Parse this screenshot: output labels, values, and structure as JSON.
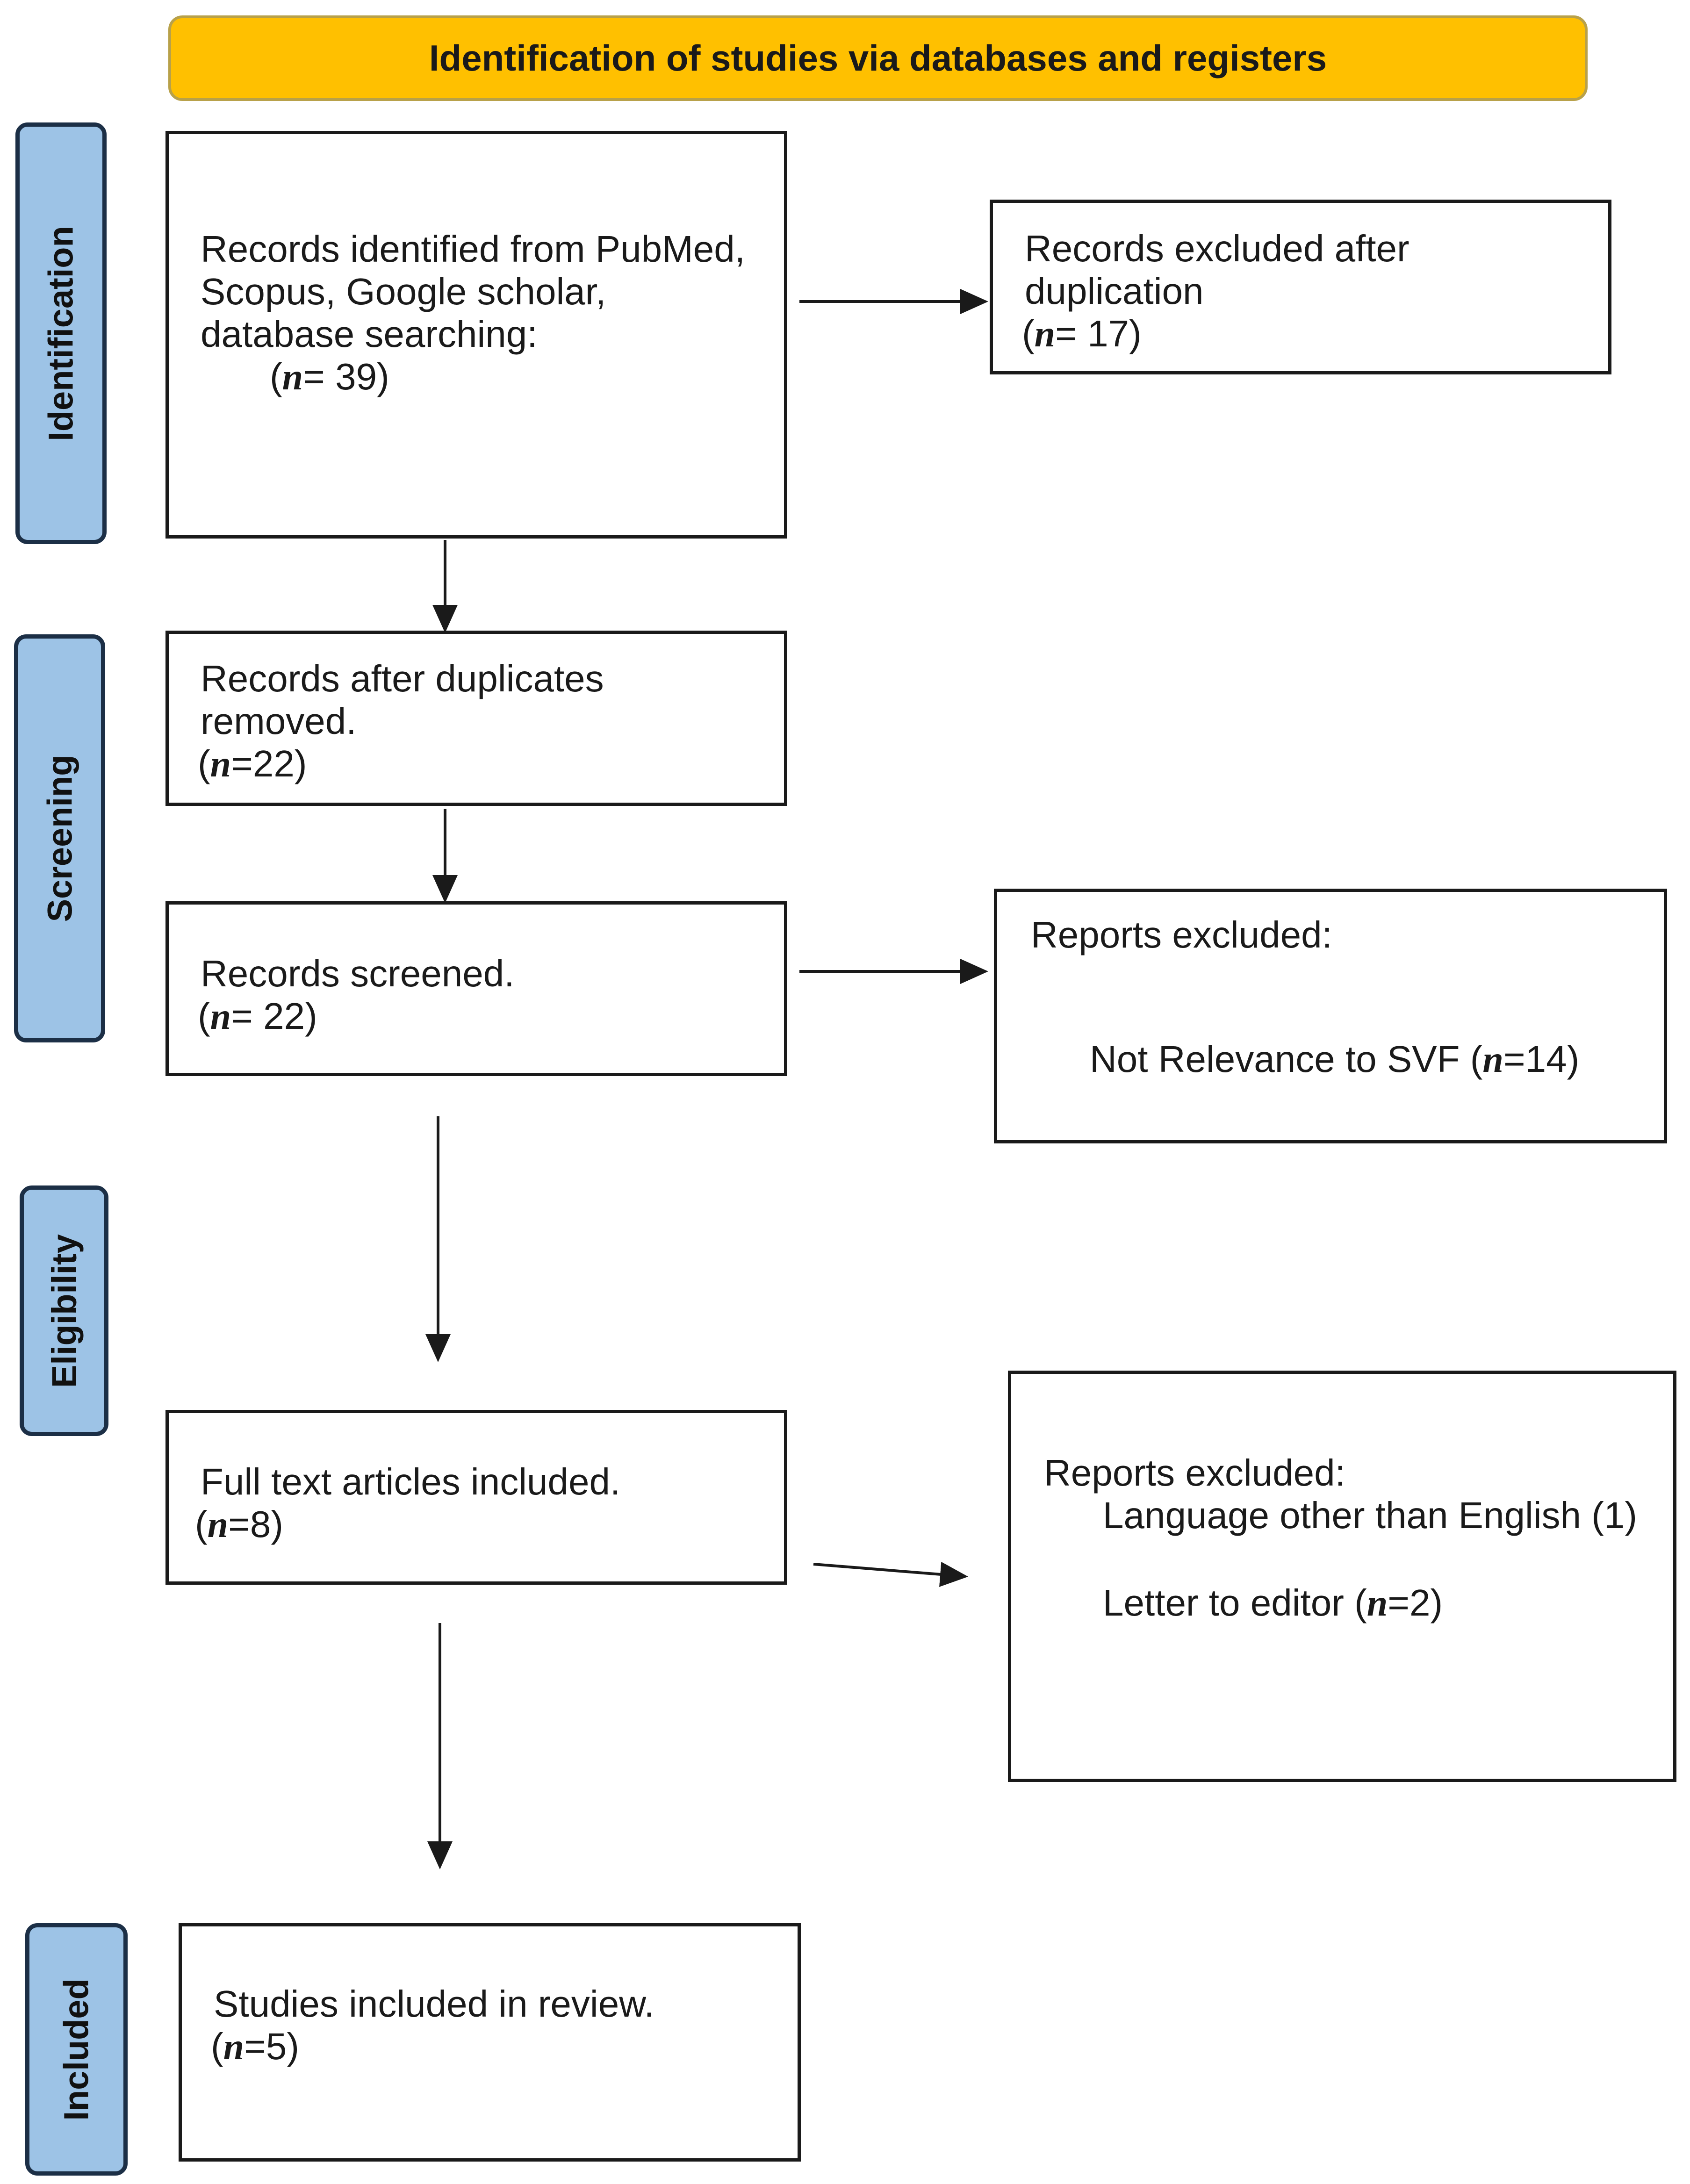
{
  "header": {
    "title": "Identification of studies via databases and registers"
  },
  "stages": {
    "identification": "Identification",
    "screening": "Screening",
    "eligibility": "Eligibility",
    "included": "Included"
  },
  "boxes": {
    "records_identified": {
      "lines": [
        "Records identified from PubMed,",
        "Scopus, Google scholar,",
        "database searching:"
      ],
      "count": {
        "open": "(",
        "var": "n",
        "rest": "= 39)"
      }
    },
    "excluded_duplication": {
      "lines": [
        "Records excluded after",
        "duplication"
      ],
      "count": {
        "open": "(",
        "var": "n",
        "rest": "= 17)"
      }
    },
    "after_duplicates": {
      "lines": [
        "Records after duplicates",
        "removed."
      ],
      "count": {
        "open": "(",
        "var": "n",
        "rest": "=22)"
      }
    },
    "records_screened": {
      "lines": [
        "Records screened."
      ],
      "count": {
        "open": "(",
        "var": "n",
        "rest": "= 22)"
      }
    },
    "reports_excluded_1": {
      "lines": [
        "Reports excluded:"
      ],
      "reason": {
        "text": "Not Relevance to SVF (",
        "var": "n",
        "rest": "=14)"
      }
    },
    "full_text": {
      "lines": [
        "Full text articles included."
      ],
      "count": {
        "open": "(",
        "var": "n",
        "rest": "=8)"
      }
    },
    "reports_excluded_2": {
      "lines": [
        "Reports excluded:"
      ],
      "reason_language": "Language other than English (1)",
      "reason_letter": {
        "text": "Letter to editor (",
        "var": "n",
        "rest": "=2)"
      }
    },
    "studies_included": {
      "lines": [
        "Studies included in review."
      ],
      "count": {
        "open": "(",
        "var": "n",
        "rest": "=5)"
      }
    }
  },
  "colors": {
    "header_fill": "#ffc000",
    "stage_fill": "#9dc3e6",
    "stage_border": "#1c2f46",
    "box_border": "#1a1a1a",
    "arrow": "#1a1a1a"
  }
}
